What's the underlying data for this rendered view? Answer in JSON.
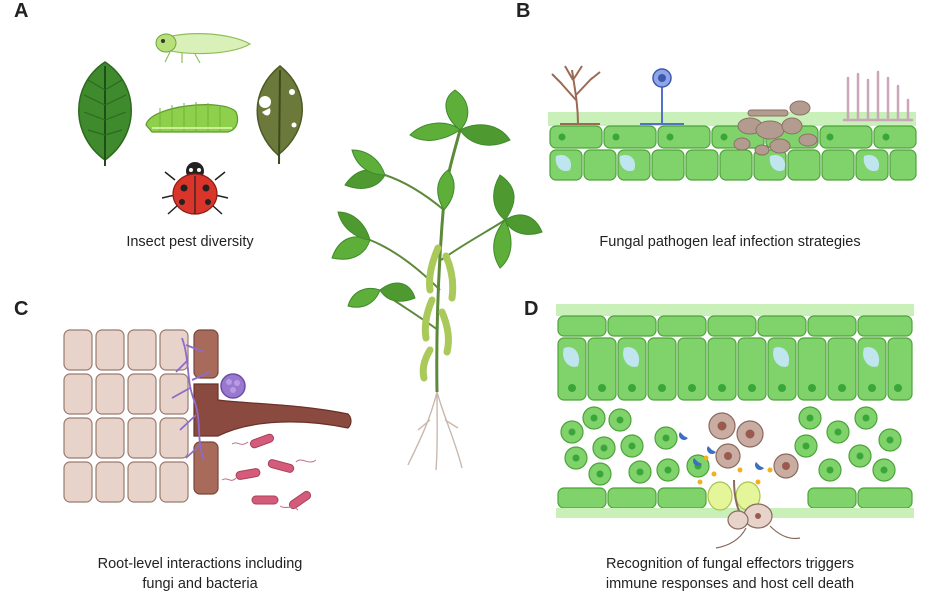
{
  "panels": {
    "a": {
      "letter": "A",
      "caption": "Insect pest diversity"
    },
    "b": {
      "letter": "B",
      "caption": "Fungal pathogen leaf infection strategies"
    },
    "c": {
      "letter": "C",
      "caption_line1": "Root-level interactions including",
      "caption_line2": "fungi and bacteria"
    },
    "d": {
      "letter": "D",
      "caption_line1": "Recognition of fungal effectors triggers",
      "caption_line2": "immune responses and host cell death"
    }
  },
  "colors": {
    "leaf_dark": "#3f8a2c",
    "leaf_mid": "#5eae3a",
    "plant_cell": "#7fd36a",
    "plant_cell_stroke": "#4ea23b",
    "cuticle": "#c9f0b8",
    "nucleus": "#3aa63a",
    "vacuole": "#bfe6ee",
    "fungus": "#b39c8f",
    "root_cell": "#e7d3c9",
    "root_stroke": "#9b7b6d",
    "root_hair": "#8b4a3f",
    "hyphae": "#8d6bc9",
    "bacteria": "#d45c7a",
    "ladybug": "#d9352a",
    "caterpillar": "#8ed04b",
    "effector": "#f0b020",
    "receptor": "#3a6fc2"
  },
  "icons": [
    "leaf-icon",
    "leafhopper-icon",
    "caterpillar-icon",
    "ladybug-icon",
    "damaged-leaf-icon",
    "soybean-plant-icon",
    "fungal-spore-icon",
    "bacteria-icon"
  ]
}
